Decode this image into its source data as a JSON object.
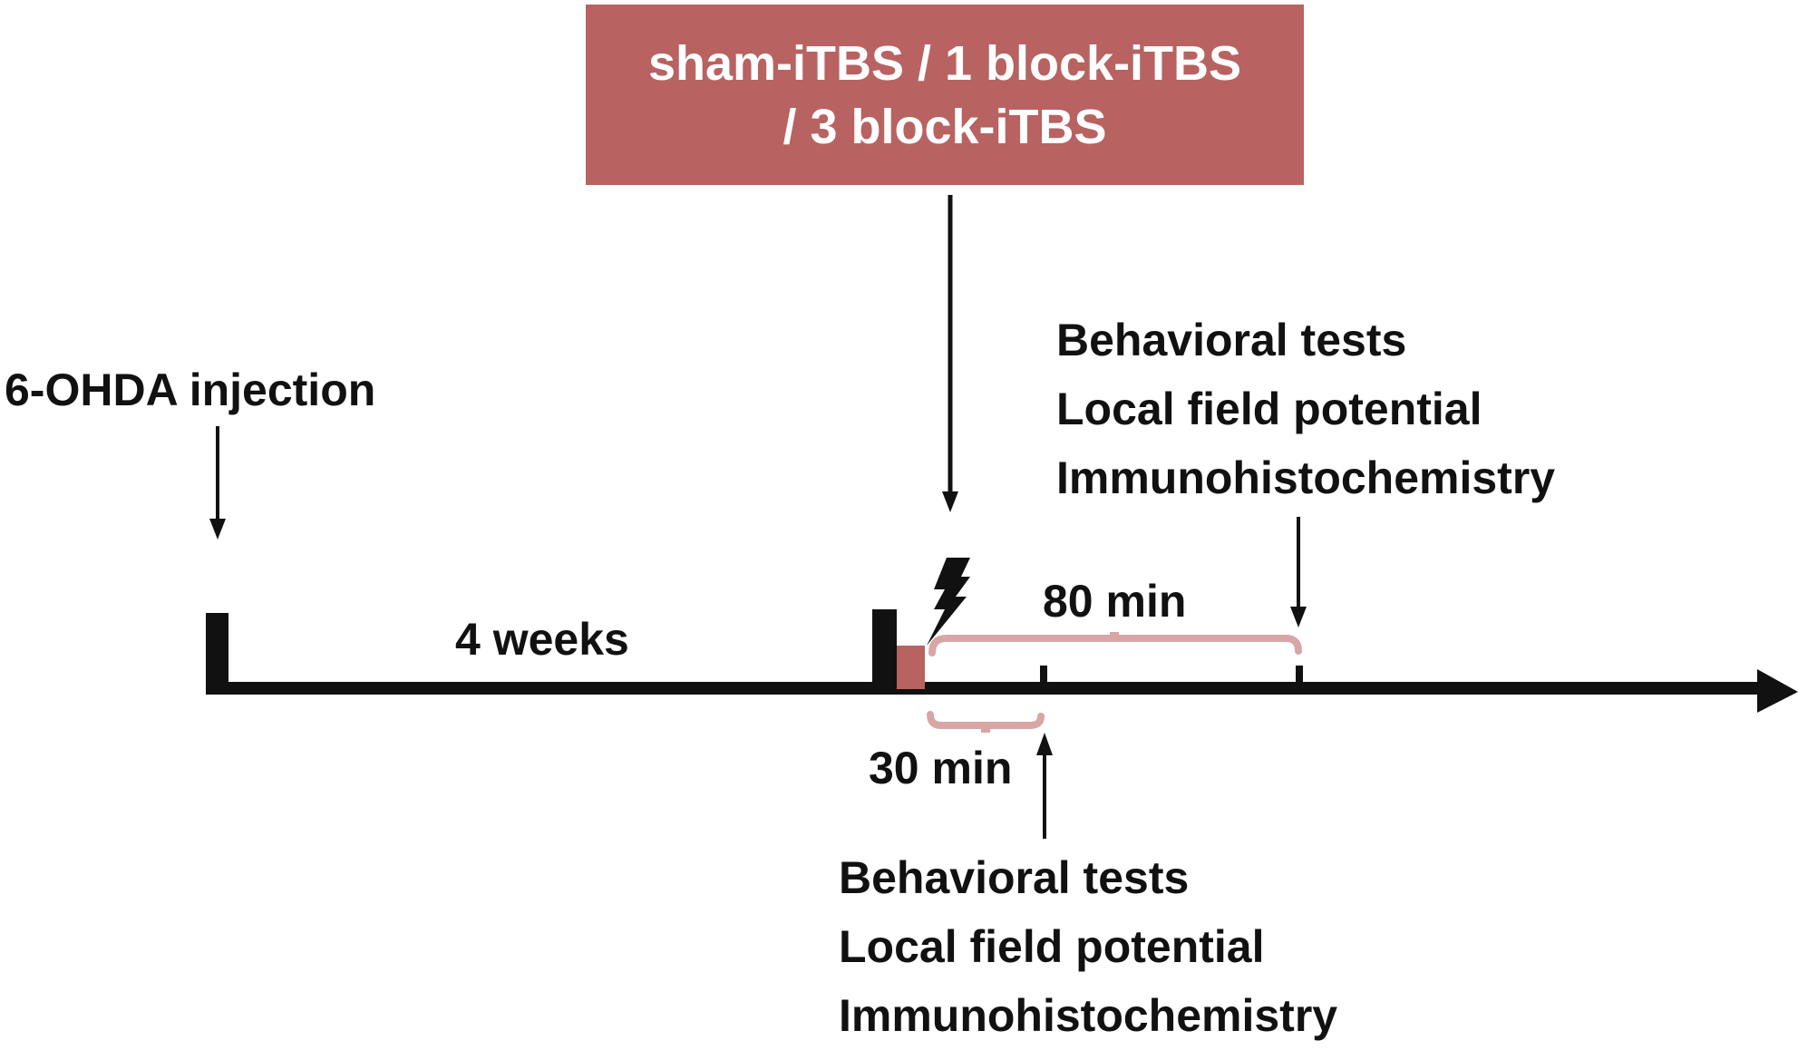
{
  "colors": {
    "box_fill": "#b86262",
    "bracket": "#d9a6a6",
    "stim_block": "#b86262",
    "ink": "#111111"
  },
  "protocol_box": {
    "line1": "sham-iTBS / 1 block-iTBS",
    "line2": "/ 3 block-iTBS"
  },
  "injection_label": "6-OHDA injection",
  "interval_label": "4 weeks",
  "upper_interval_label": "80 min",
  "lower_interval_label": "30 min",
  "upper_assessments": [
    "Behavioral tests",
    "Local field potential",
    "Immunohistochemistry"
  ],
  "lower_assessments": [
    "Behavioral tests",
    "Local field potential",
    "Immunohistochemistry"
  ],
  "icons": {
    "stimulation": "lightning-bolt-icon"
  }
}
